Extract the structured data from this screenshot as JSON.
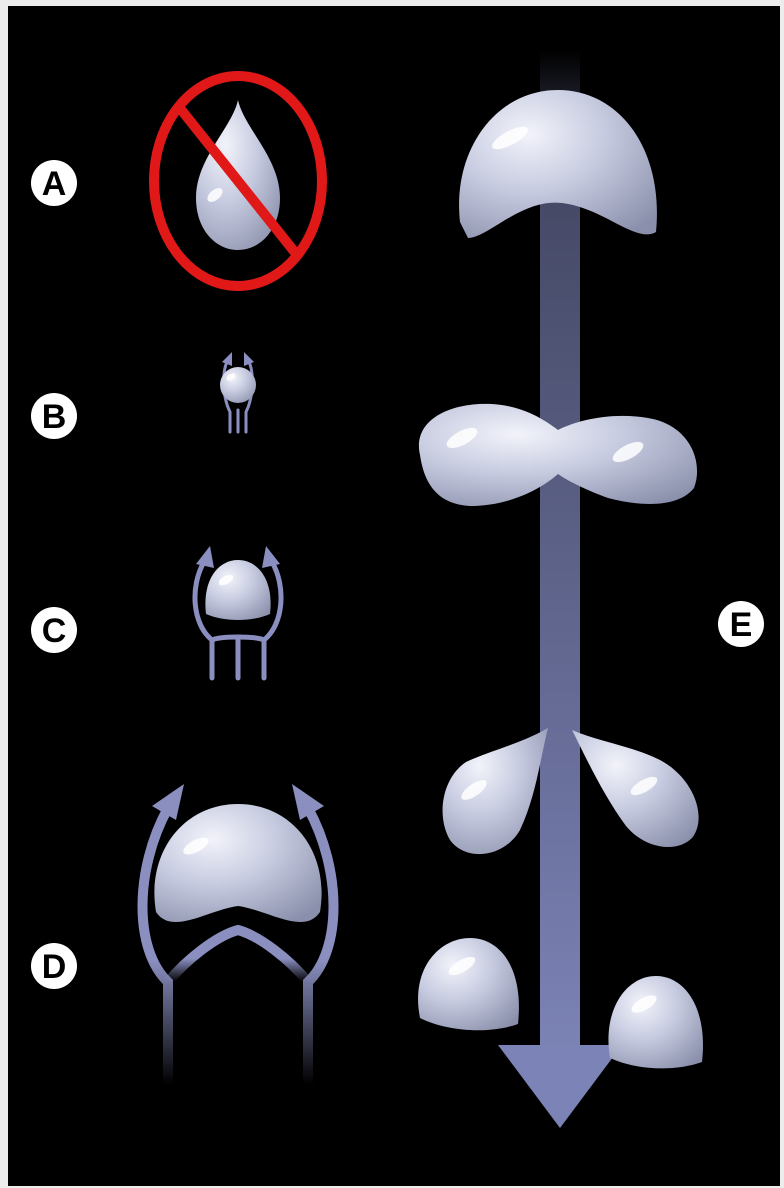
{
  "labels": {
    "a": "A",
    "b": "B",
    "c": "C",
    "d": "D",
    "e": "E"
  },
  "colors": {
    "background": "#000000",
    "frame": "#ececec",
    "drop_fill": "#c4c8dc",
    "drop_light": "#eef0f8",
    "drop_dark": "#7f849f",
    "flow_arrow": "#8a8fc0",
    "stream_arrow": "#7c83b6",
    "prohibition_sign": "#e01818",
    "label_fill": "#ffffff",
    "label_text": "#000000"
  },
  "icons": {
    "prohibition": "no-sign-icon",
    "arrow": "down-arrow-icon"
  }
}
